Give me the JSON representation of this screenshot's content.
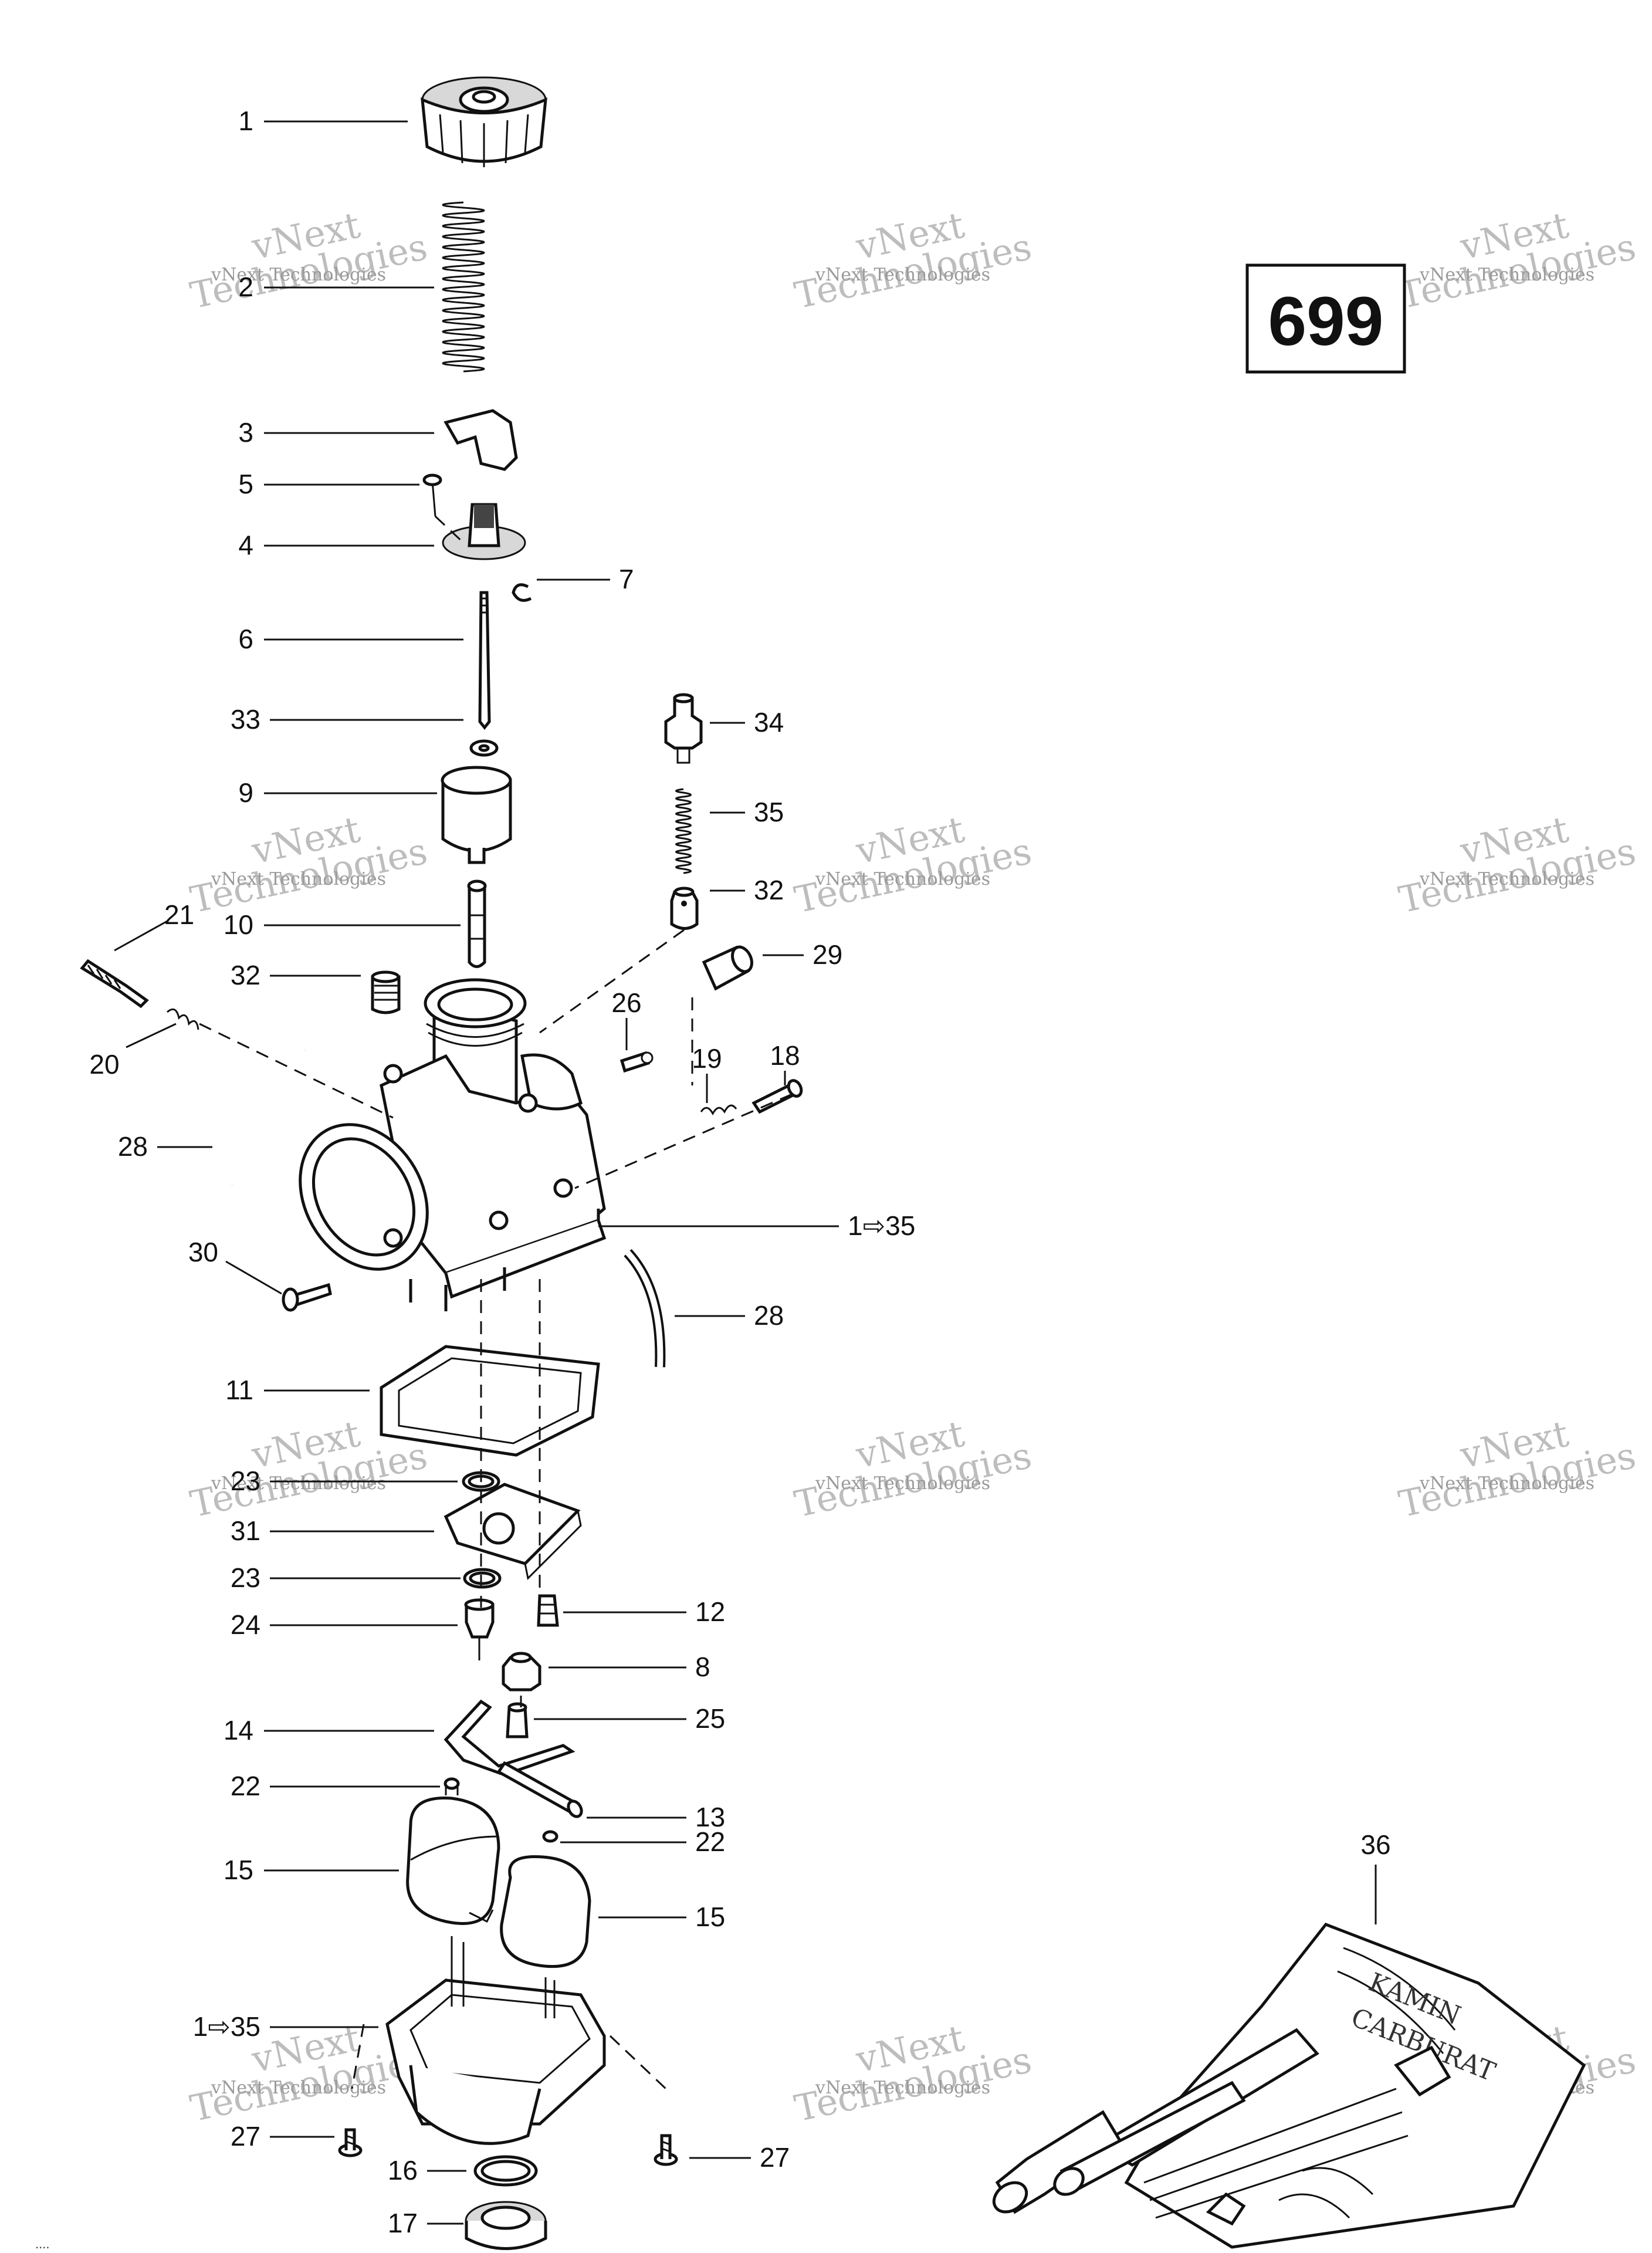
{
  "reference_box": {
    "text": "699"
  },
  "watermark": {
    "line1": "vNext",
    "line2": "Technologies",
    "line3": "vNext Technologies"
  },
  "corner_code": "....",
  "callouts": [
    {
      "id": "c1",
      "text": "1"
    },
    {
      "id": "c2",
      "text": "2"
    },
    {
      "id": "c3",
      "text": "3"
    },
    {
      "id": "c5",
      "text": "5"
    },
    {
      "id": "c4",
      "text": "4"
    },
    {
      "id": "c7",
      "text": "7"
    },
    {
      "id": "c6",
      "text": "6"
    },
    {
      "id": "c33",
      "text": "33"
    },
    {
      "id": "c34",
      "text": "34"
    },
    {
      "id": "c9",
      "text": "9"
    },
    {
      "id": "c35",
      "text": "35"
    },
    {
      "id": "c32a",
      "text": "32"
    },
    {
      "id": "c21",
      "text": "21"
    },
    {
      "id": "c10",
      "text": "10"
    },
    {
      "id": "c29",
      "text": "29"
    },
    {
      "id": "c32b",
      "text": "32"
    },
    {
      "id": "c26",
      "text": "26"
    },
    {
      "id": "c19",
      "text": "19"
    },
    {
      "id": "c18",
      "text": "18"
    },
    {
      "id": "c20",
      "text": "20"
    },
    {
      "id": "c28a",
      "text": "28"
    },
    {
      "id": "c135a",
      "text": "1⇨35"
    },
    {
      "id": "c30",
      "text": "30"
    },
    {
      "id": "c28b",
      "text": "28"
    },
    {
      "id": "c11",
      "text": "11"
    },
    {
      "id": "c23a",
      "text": "23"
    },
    {
      "id": "c31",
      "text": "31"
    },
    {
      "id": "c23b",
      "text": "23"
    },
    {
      "id": "c12",
      "text": "12"
    },
    {
      "id": "c24",
      "text": "24"
    },
    {
      "id": "c8",
      "text": "8"
    },
    {
      "id": "c25",
      "text": "25"
    },
    {
      "id": "c14",
      "text": "14"
    },
    {
      "id": "c22a",
      "text": "22"
    },
    {
      "id": "c13",
      "text": "13"
    },
    {
      "id": "c22b",
      "text": "22"
    },
    {
      "id": "c15a",
      "text": "15"
    },
    {
      "id": "c15b",
      "text": "15"
    },
    {
      "id": "c36",
      "text": "36"
    },
    {
      "id": "c135b",
      "text": "1⇨35"
    },
    {
      "id": "c27a",
      "text": "27"
    },
    {
      "id": "c27b",
      "text": "27"
    },
    {
      "id": "c16",
      "text": "16"
    },
    {
      "id": "c17",
      "text": "17"
    }
  ]
}
